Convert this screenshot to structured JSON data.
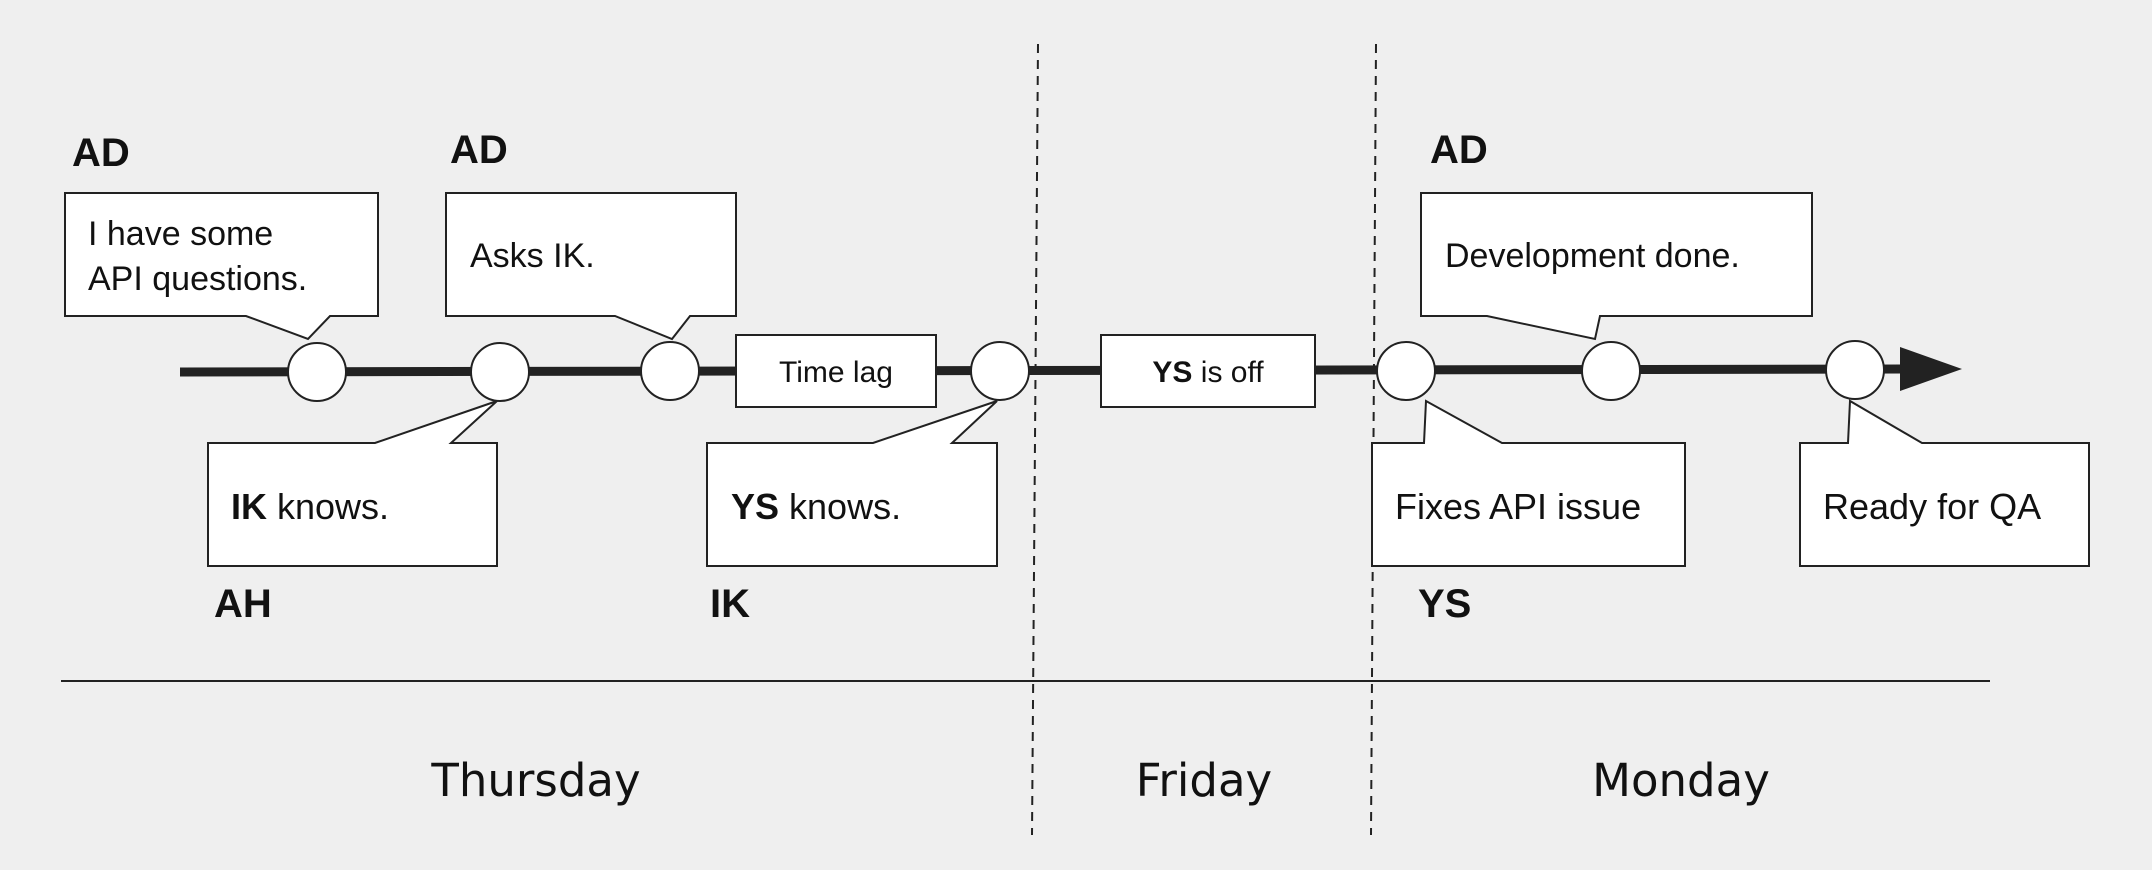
{
  "colors": {
    "background": "#efefef",
    "line": "#222222",
    "box_fill": "#ffffff",
    "text": "#111111"
  },
  "callouts": {
    "c1": {
      "person": "AD",
      "line1": "I have some",
      "line2": "API questions."
    },
    "c2": {
      "person": "AH",
      "bold": "IK",
      "rest": " knows."
    },
    "c3": {
      "person": "AD",
      "text": "Asks IK."
    },
    "c4": {
      "person": "IK",
      "bold": "YS",
      "rest": " knows."
    },
    "c5": {
      "person": "YS",
      "text": "Fixes API issue"
    },
    "c6": {
      "person": "AD",
      "text": "Development done."
    },
    "c7": {
      "text": "Ready for QA"
    }
  },
  "timeline_labels": {
    "time_lag": "Time lag",
    "ys_off_bold": "YS",
    "ys_off_rest": " is off"
  },
  "days": [
    "Thursday",
    "Friday",
    "Monday"
  ]
}
